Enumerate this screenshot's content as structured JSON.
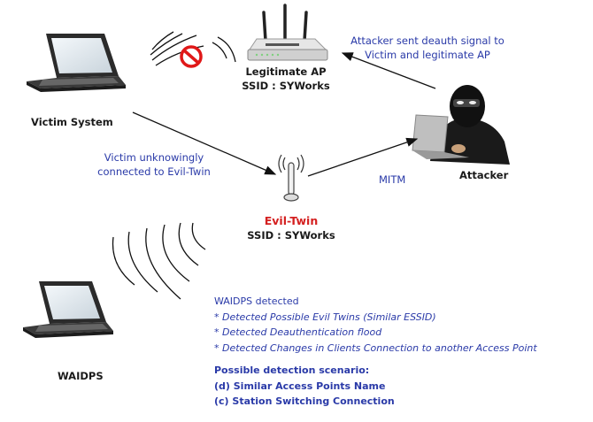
{
  "nodes": {
    "victim": {
      "label": "Victim System"
    },
    "legit_ap": {
      "name": "Legitimate AP",
      "ssid": "SSID : SYWorks"
    },
    "attacker": {
      "label": "Attacker"
    },
    "evil_twin": {
      "name": "Evil-Twin",
      "ssid": "SSID : SYWorks"
    },
    "waidps": {
      "label": "WAIDPS"
    }
  },
  "annotations": {
    "deauth": [
      "Attacker sent deauth signal to",
      "Victim and legitimate AP"
    ],
    "victim_connected": [
      "Victim unknowingly",
      "connected to Evil-Twin"
    ],
    "mitm": "MITM"
  },
  "detections": {
    "header": "WAIDPS detected",
    "items": [
      "* Detected Possible Evil Twins (Similar ESSID)",
      "* Detected Deauthentication flood",
      "* Detected Changes in Clients Connection to another Access Point"
    ]
  },
  "scenarios": {
    "header": "Possible detection scenario:",
    "items": [
      "(d) Similar Access Points Name",
      "(c) Station Switching Connection"
    ]
  },
  "colors": {
    "annotation_blue": "#2a3aa8",
    "evil_red": "#d42020",
    "block_red": "#e01818"
  },
  "icons": {
    "victim": "laptop-icon",
    "legit_ap": "router-icon",
    "attacker": "hooded-hacker-icon",
    "evil_twin": "antenna-icon",
    "waidps": "laptop-icon",
    "blocked": "no-entry-icon"
  }
}
